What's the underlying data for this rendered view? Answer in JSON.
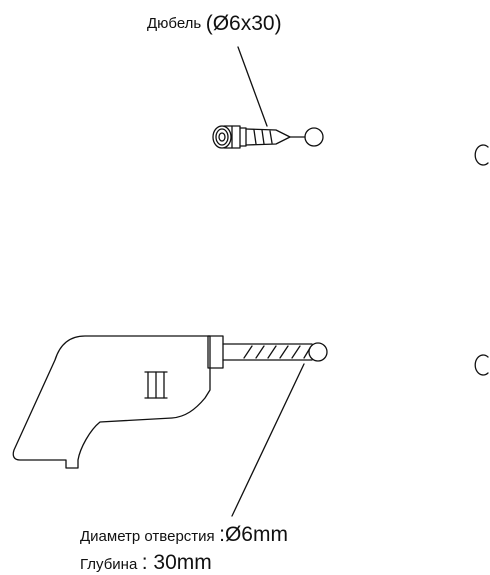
{
  "dowel": {
    "label": "Дюбель",
    "size": "(Ø6x30)"
  },
  "drill_hole": {
    "diameter_label": "Диаметр отверстия",
    "diameter_value": ":Ø6mm",
    "depth_label": "Глубина",
    "depth_value": ": 30mm"
  },
  "colors": {
    "line": "#111111",
    "background": "#ffffff"
  },
  "icons": [
    "dowel-icon",
    "wall-hole-icon",
    "drill-icon",
    "drill-bit-icon"
  ]
}
